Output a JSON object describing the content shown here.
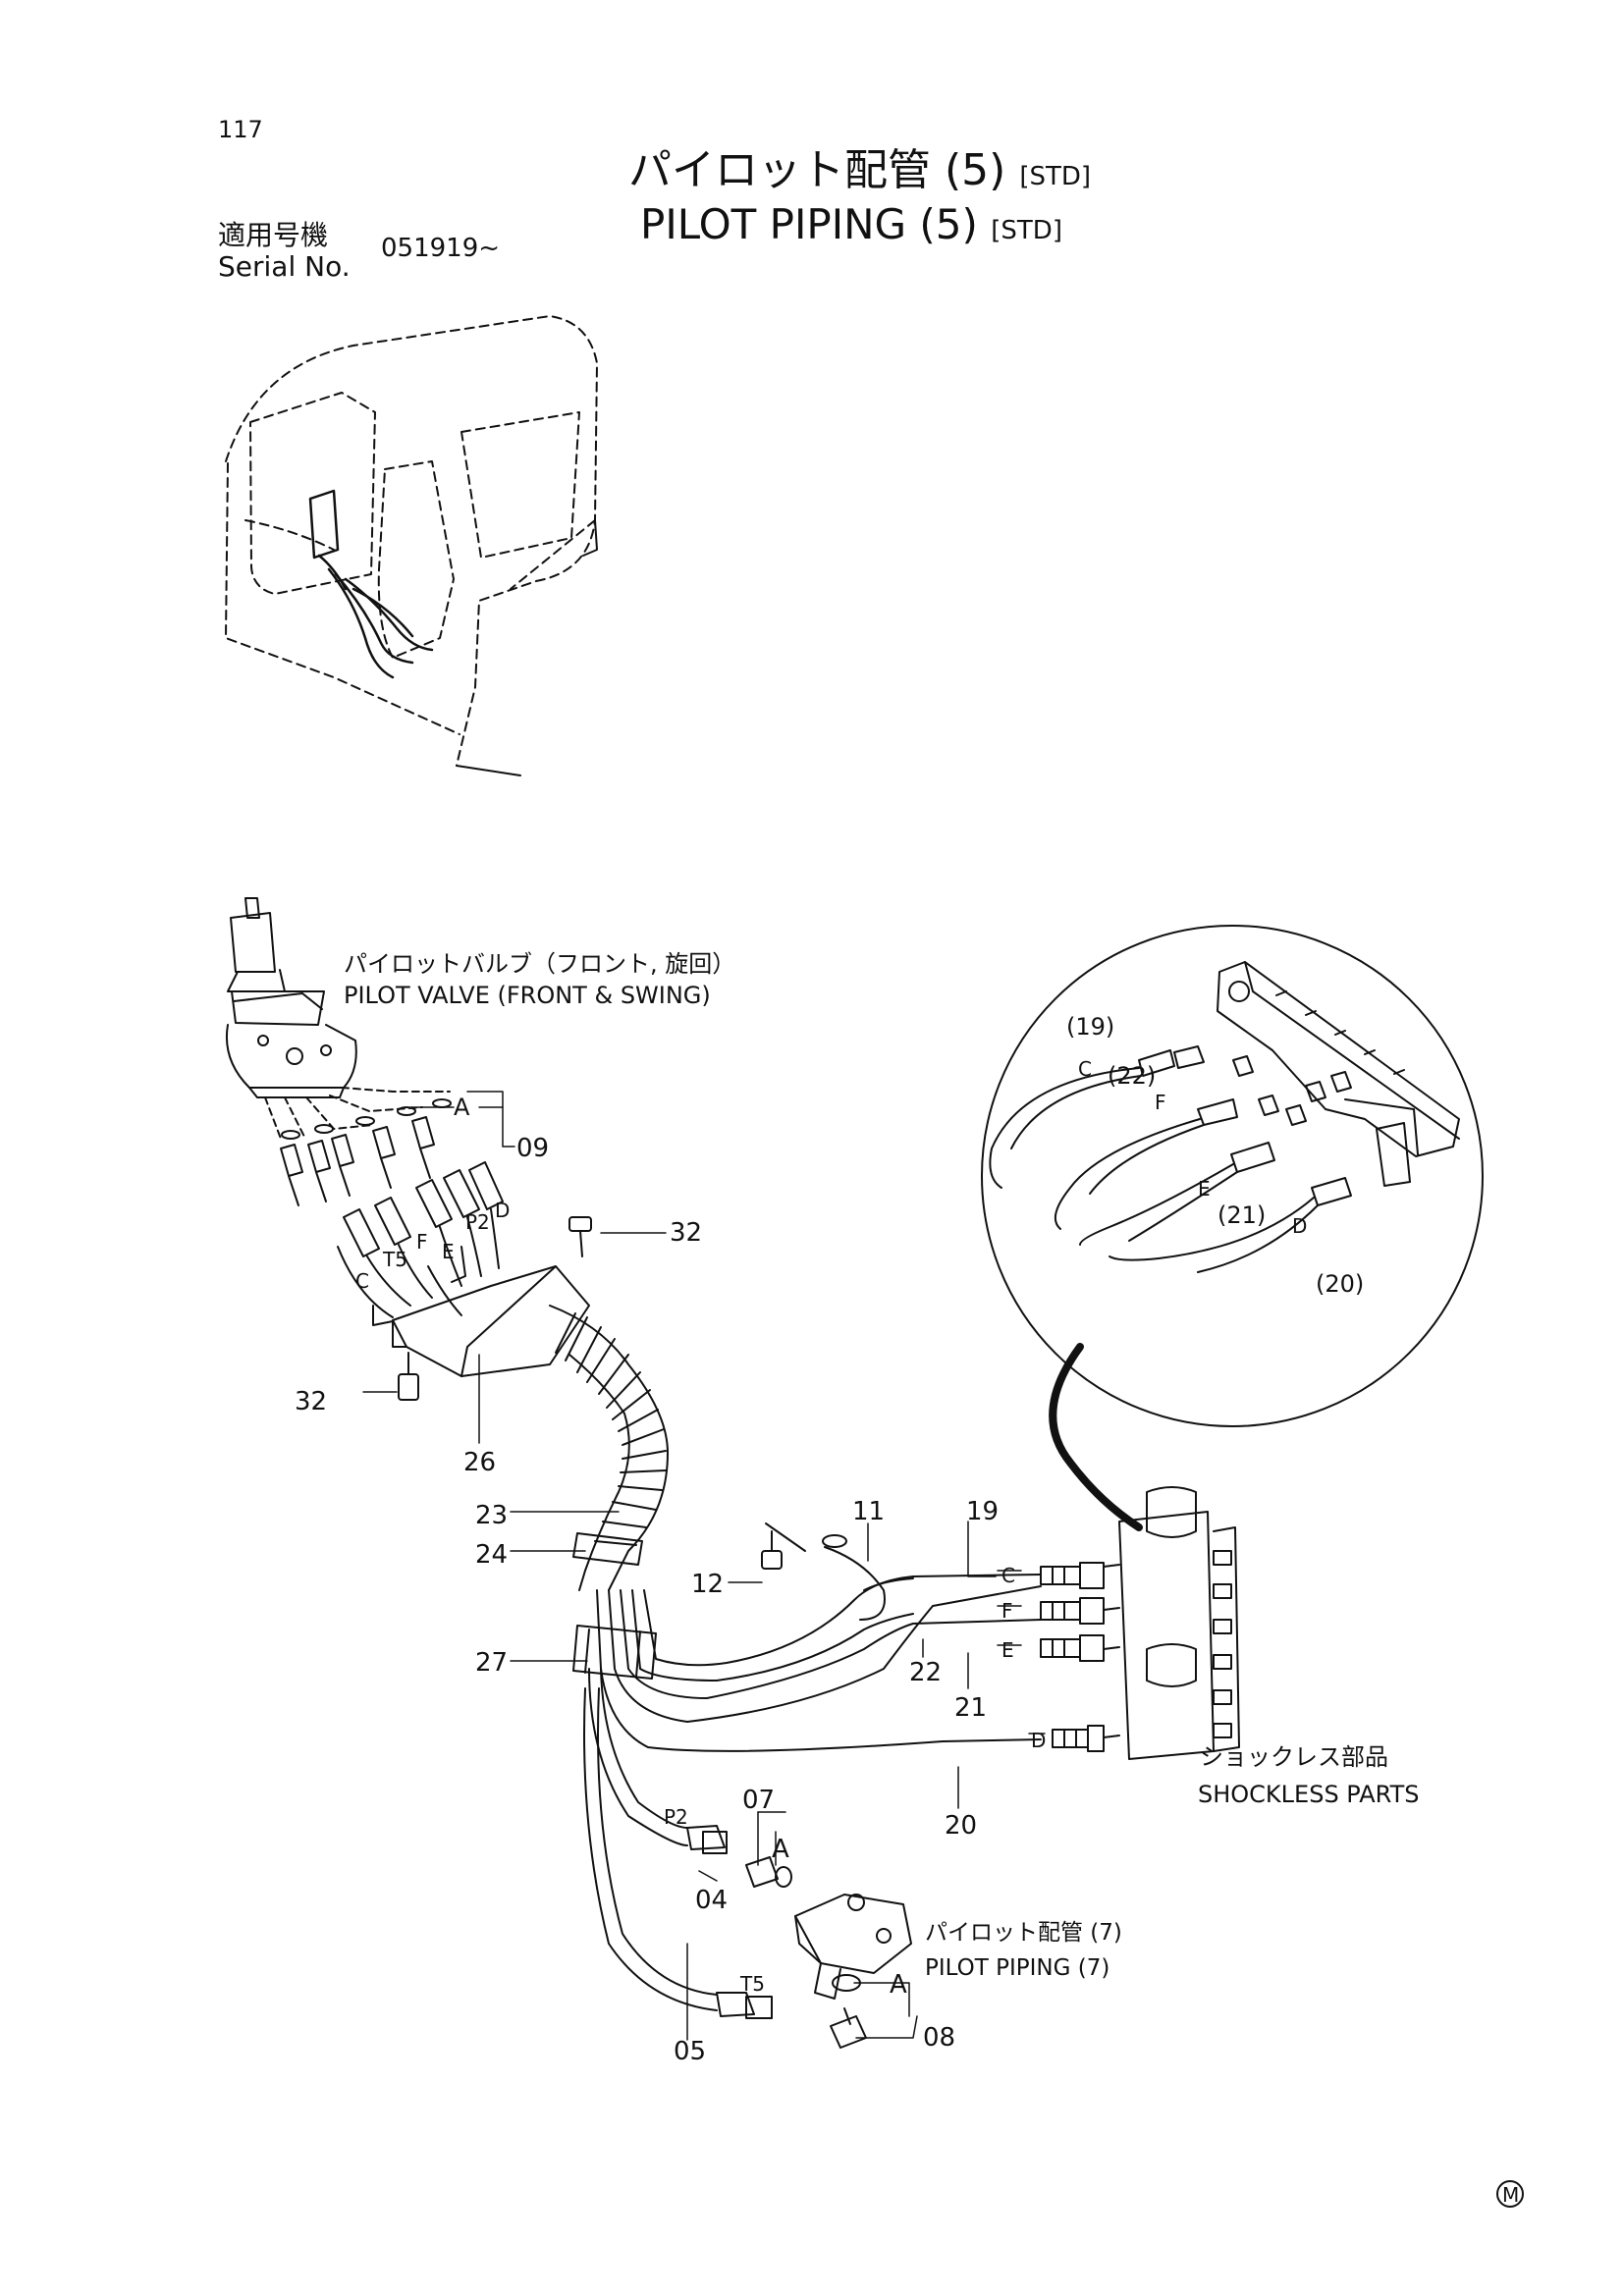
{
  "page": {
    "number": "117",
    "title_jp": "パイロット配管 (5)",
    "title_en": "PILOT PIPING (5)",
    "title_tag": "[STD]",
    "serial_label_jp": "適用号機",
    "serial_label_en": "Serial No.",
    "serial_value": "051919~",
    "footer_mark": "M"
  },
  "callouts": {
    "pilot_valve_jp": "パイロットバルブ（フロント, 旋回）",
    "pilot_valve_en": "PILOT VALVE (FRONT & SWING)",
    "shockless_jp": "ショックレス部品",
    "shockless_en": "SHOCKLESS PARTS",
    "pilot_piping7_jp": "パイロット配管 (7)",
    "pilot_piping7_en": "PILOT PIPING (7)"
  },
  "part_numbers": {
    "p04": "04",
    "p05": "05",
    "p07": "07",
    "p08": "08",
    "p09": "09",
    "p11": "11",
    "p12": "12",
    "p19": "19",
    "p20": "20",
    "p21": "21",
    "p22": "22",
    "p23": "23",
    "p24": "24",
    "p26": "26",
    "p27": "27",
    "p32a": "32",
    "p32b": "32"
  },
  "detail_labels": {
    "d19": "(19)",
    "d22": "(22)",
    "d21": "(21)",
    "d20": "(20)"
  },
  "port_letters": {
    "A": "A",
    "C": "C",
    "D": "D",
    "E": "E",
    "F": "F",
    "P2": "P2",
    "T5": "T5"
  }
}
